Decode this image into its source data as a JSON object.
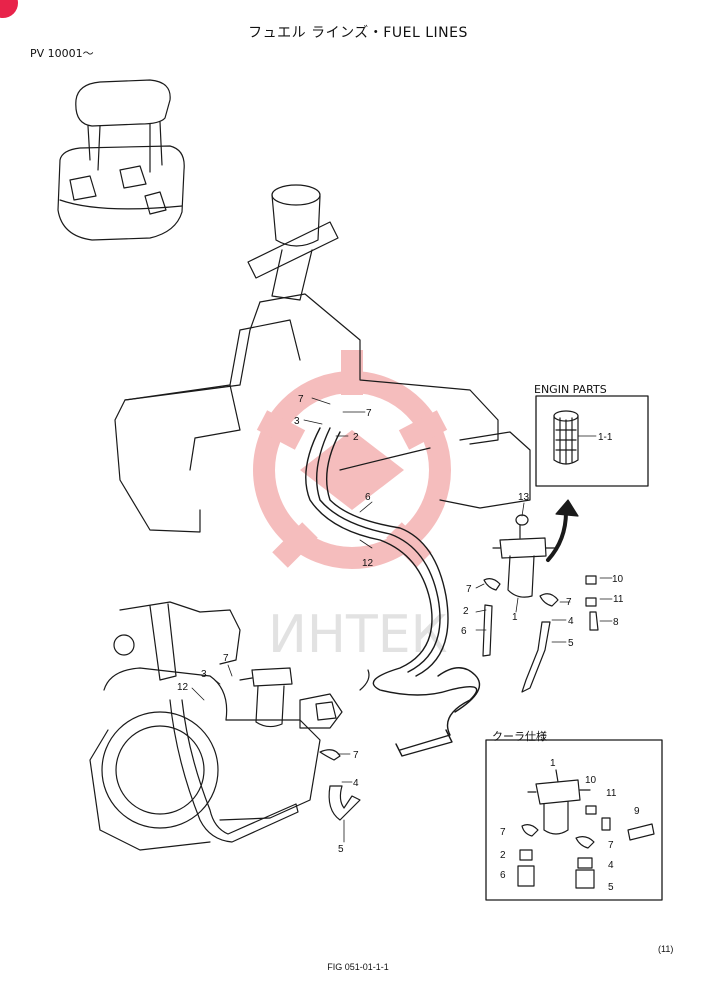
{
  "header": {
    "title": "フュエル ラインズ・FUEL LINES",
    "serial": "PV 10001〜"
  },
  "watermark": "ИНТЕК",
  "inset_engine_parts": {
    "title": "ENGIN PARTS",
    "callout": "1-1"
  },
  "inset_cooler": {
    "title": "クーラ仕様",
    "callouts": [
      "1",
      "10",
      "11",
      "9",
      "7",
      "7",
      "2",
      "4",
      "6",
      "5"
    ]
  },
  "main_callouts": [
    "7",
    "7",
    "3",
    "2",
    "6",
    "12",
    "13",
    "10",
    "7",
    "11",
    "7",
    "2",
    "8",
    "6",
    "1",
    "4",
    "5",
    "3",
    "7",
    "12",
    "7",
    "4",
    "5"
  ],
  "footer": {
    "page_number": "(11)",
    "figure_code": "FIG 051-01-1-1"
  },
  "colors": {
    "line": "#1a1a1a",
    "watermark": "#f2a7a7",
    "badge": "#e8234a"
  }
}
